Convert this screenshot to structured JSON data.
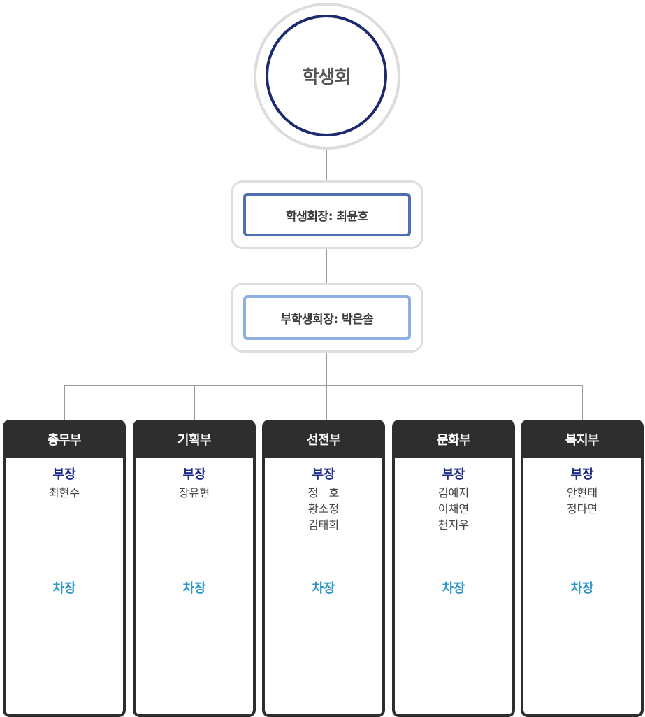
{
  "root": {
    "label": "학생회"
  },
  "president": {
    "label": "학생회장: 최윤호"
  },
  "vice_president": {
    "label": "부학생회장: 박은솔"
  },
  "departments": [
    {
      "name": "총무부",
      "head_label": "부장",
      "members": [
        "최현수"
      ],
      "deputy_label": "차장"
    },
    {
      "name": "기획부",
      "head_label": "부장",
      "members": [
        "장유현"
      ],
      "deputy_label": "차장"
    },
    {
      "name": "선전부",
      "head_label": "부장",
      "members": [
        "정   호",
        "황소정",
        "김태희"
      ],
      "deputy_label": "차장"
    },
    {
      "name": "문화부",
      "head_label": "부장",
      "members": [
        "김예지",
        "이채연",
        "천지우"
      ],
      "deputy_label": "차장"
    },
    {
      "name": "복지부",
      "head_label": "부장",
      "members": [
        "안현태",
        "정다연"
      ],
      "deputy_label": "차장"
    }
  ],
  "colors": {
    "root_ring": "#1c2a6e",
    "president_border": "#4f6fae",
    "vice_border": "#8fb0e0",
    "dept_header": "#2e2e2e",
    "head_label": "#1c2a8a",
    "deputy_label": "#2f97c8"
  }
}
